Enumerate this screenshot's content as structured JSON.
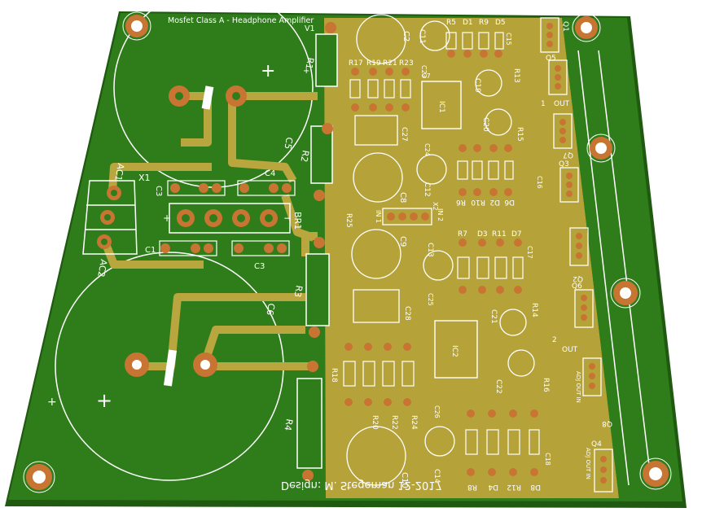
{
  "board": {
    "title": "Mosfet Class A - Headphone Amplifier",
    "version": "V1",
    "credit": "Design: M. Stegeman   12-2017"
  },
  "colors": {
    "board": "#2f7d1a",
    "board_edge": "#1f5a10",
    "ground_plane": "#b5a33a",
    "trace": "#b9a63e",
    "pad": "#c87533",
    "silk": "#ffffff",
    "background": "#ffffff"
  },
  "labels": {
    "ac1": "AC1",
    "ac2": "AC2",
    "x1": "X1",
    "x2": "X2",
    "c1": "C1",
    "c2": "C2",
    "c3": "C3",
    "c4": "C4",
    "c5": "C5",
    "c6": "C6",
    "c7": "C7",
    "c8": "C8",
    "c9": "C9",
    "c10": "C10",
    "c11": "C11",
    "c12": "C12",
    "c13": "C13",
    "c14": "C14",
    "c15": "C15",
    "c16": "C16",
    "c17": "C17",
    "c18": "C18",
    "c19": "C19",
    "c20": "C20",
    "c21": "C21",
    "c22": "C22",
    "c23": "C23",
    "c24": "C24",
    "c25": "C25",
    "c26": "C26",
    "c27": "C27",
    "c28": "C28",
    "r1": "R1",
    "r2": "R2",
    "r3": "R3",
    "r4": "R4",
    "r5": "R5",
    "r6": "R6",
    "r7": "R7",
    "r8": "R8",
    "r9": "R9",
    "r10": "R10",
    "r11": "R11",
    "r12": "R12",
    "r13": "R13",
    "r14": "R14",
    "r15": "R15",
    "r16": "R16",
    "r17": "R17",
    "r18": "R18",
    "r19": "R19",
    "r20": "R20",
    "r21": "R21",
    "r22": "R22",
    "r23": "R23",
    "r24": "R24",
    "r25": "R25",
    "d1": "D1",
    "d2": "D2",
    "d3": "D3",
    "d4": "D4",
    "d5": "D5",
    "d6": "D6",
    "d7": "D7",
    "d8": "D8",
    "q1": "Q1",
    "q2": "Q2",
    "q3": "Q3",
    "q4": "Q4",
    "q5": "Q5",
    "q6": "Q6",
    "q7": "Q7",
    "q8": "Q8",
    "ic1": "IC1",
    "ic2": "IC2",
    "br1": "BR1",
    "in1": "IN 1",
    "in2": "IN 2",
    "out": "OUT",
    "num1": "1",
    "num2": "2",
    "pins": "ADJ OUT IN"
  }
}
